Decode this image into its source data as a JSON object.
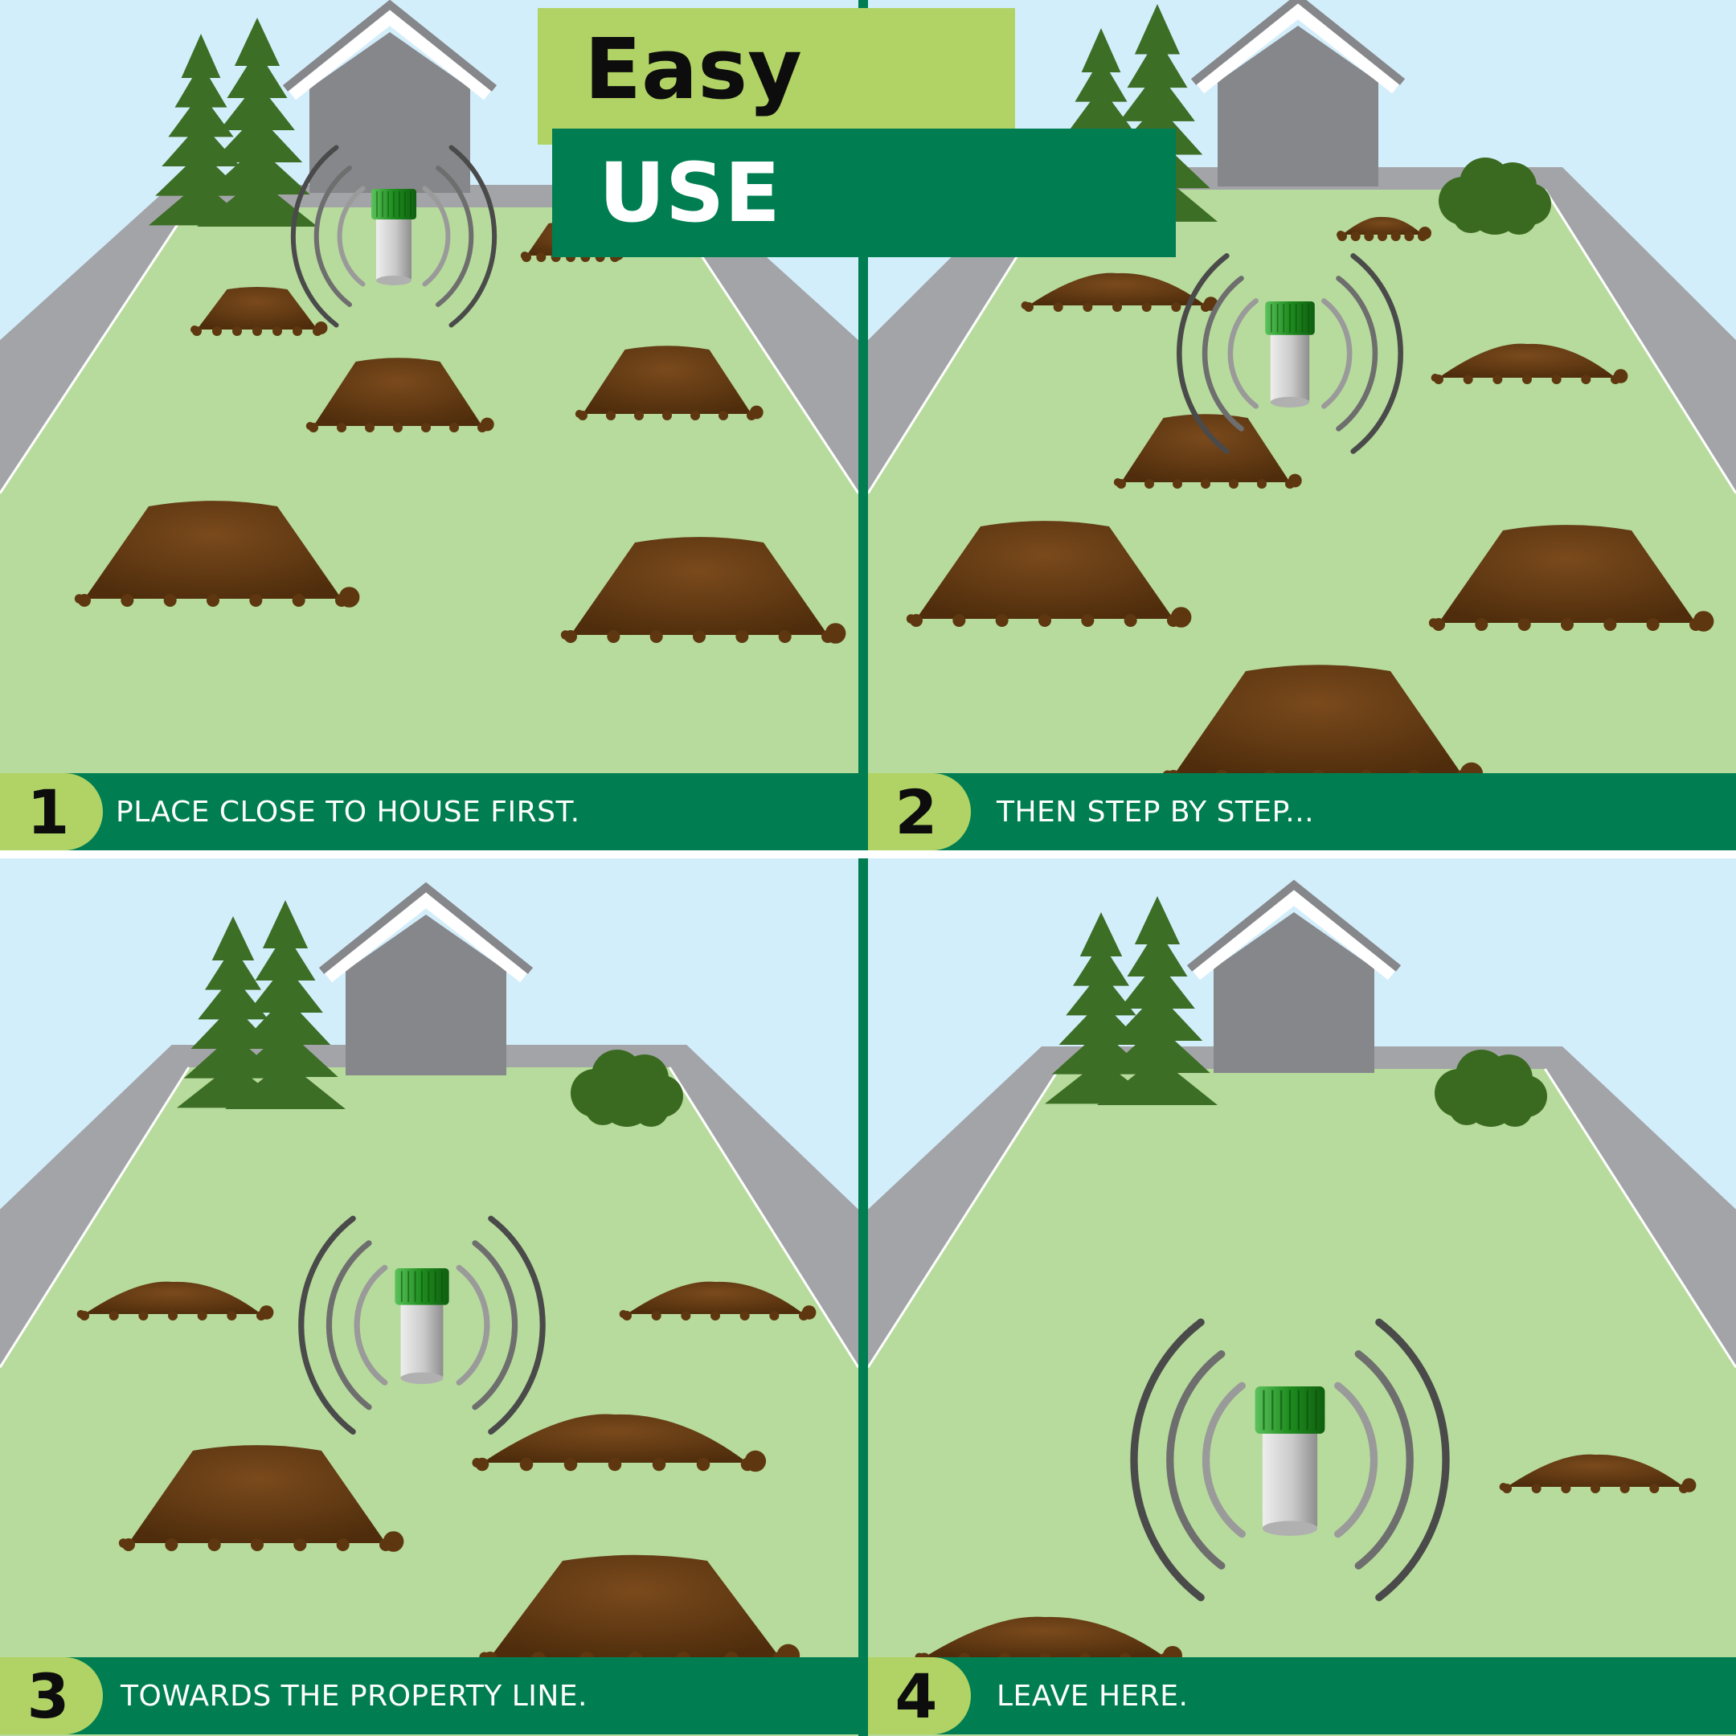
{
  "header": {
    "line1": "Easy",
    "line2": "USE"
  },
  "steps": [
    {
      "number": "1",
      "text": "PLACE CLOSE TO HOUSE FIRST."
    },
    {
      "number": "2",
      "text": "THEN STEP BY STEP..."
    },
    {
      "number": "3",
      "text": "TOWARDS THE PROPERTY LINE."
    },
    {
      "number": "4",
      "text": "LEAVE HERE."
    }
  ],
  "colors": {
    "sky": "#d3eefb",
    "lawn": "#b7db9c",
    "road": "#a3a4a8",
    "house": "#86878b",
    "tree": "#3c6e26",
    "mound": "#5e3710",
    "brand_green": "#007e52",
    "accent_lime": "#b1d365",
    "device_cap": "#1e8c1e"
  },
  "icons": [
    "pine-tree-icon",
    "house-icon",
    "bush-icon",
    "molehill-icon",
    "mole-repeller-device-icon",
    "sound-wave-icon"
  ]
}
